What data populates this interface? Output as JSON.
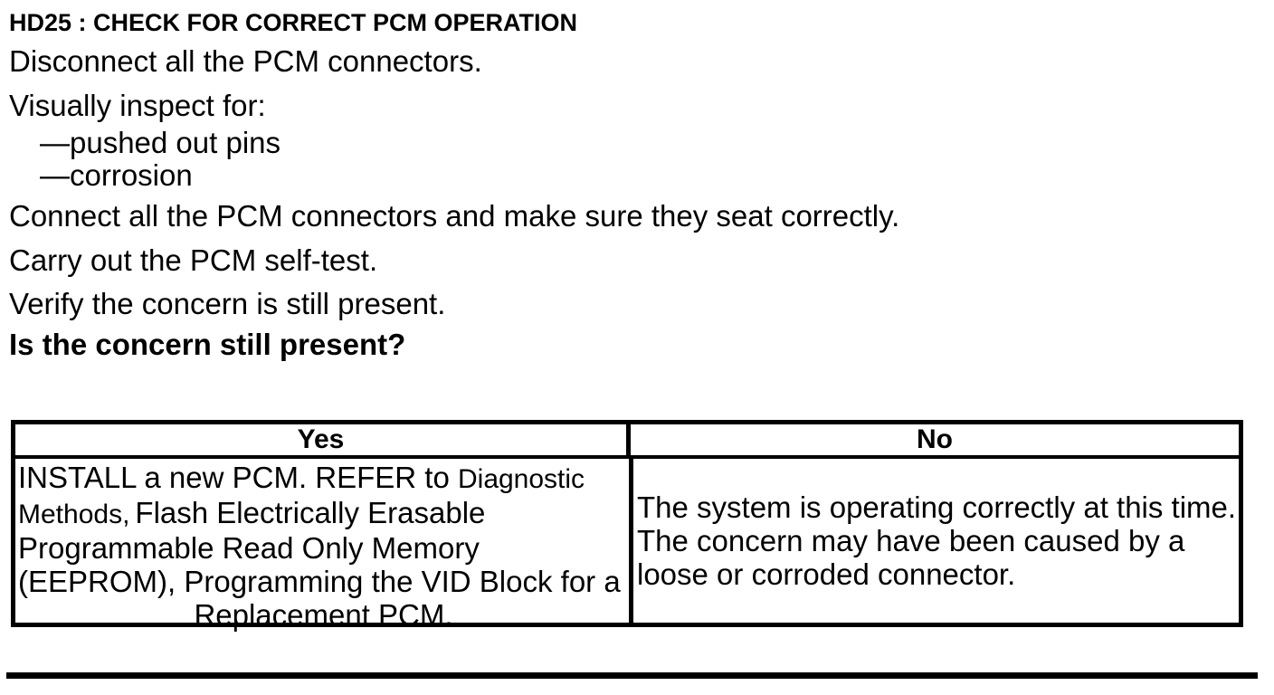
{
  "procedure": {
    "heading": "HD25 : CHECK FOR CORRECT PCM OPERATION",
    "steps": [
      "Disconnect all the PCM connectors.",
      "Visually inspect for:",
      "—pushed out pins",
      "—corrosion",
      "Connect all the PCM connectors and make sure they seat correctly.",
      "Carry out the PCM self-test.",
      "Verify the concern is still present."
    ],
    "question": "Is the concern still present?"
  },
  "result_table": {
    "yes_header": "Yes",
    "no_header": "No",
    "yes_cell": {
      "line1_main": "INSTALL a new PCM. REFER to ",
      "line1_ref": "Diagnostic",
      "line2_ref": "Methods,",
      "line2_main": "Flash Electrically Erasable",
      "line3": "Programmable Read Only Memory",
      "line4": "(EEPROM), Programming the VID Block for a",
      "line5": "Replacement PCM."
    },
    "no_cell": {
      "line1": "The system is operating correctly at this time.",
      "line2": "The concern may have been caused by a",
      "line3": "loose or corroded connector."
    }
  },
  "colors": {
    "text": "#000000",
    "background": "#ffffff",
    "border": "#000000"
  }
}
